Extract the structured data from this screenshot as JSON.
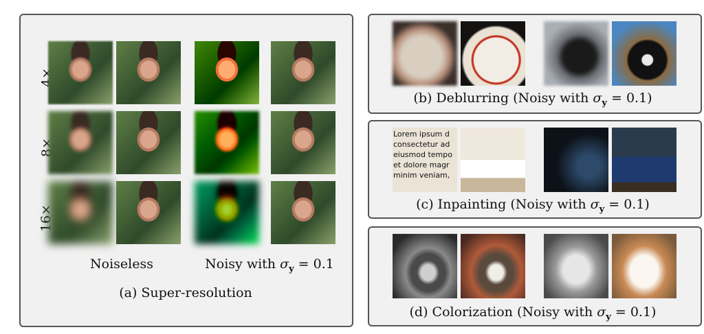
{
  "panel_a": {
    "row_labels": [
      "4×",
      "8×",
      "16×"
    ],
    "column_captions": {
      "noiseless": "Noiseless",
      "noisy": "Noisy with σ_y = 0.1"
    },
    "noisy_prefix": "Noisy with ",
    "sigma_expr": "σ",
    "sigma_sub": "y",
    "sigma_eq": " = 0.1",
    "caption": "(a) Super-resolution"
  },
  "panel_b": {
    "caption_prefix": "(b) Deblurring (Noisy with ",
    "sigma_expr": "σ",
    "sigma_sub": "y",
    "caption_suffix": " = 0.1)"
  },
  "panel_c": {
    "caption_prefix": "(c) Inpainting (Noisy with ",
    "sigma_expr": "σ",
    "sigma_sub": "y",
    "caption_suffix": " = 0.1)",
    "lorem_text": [
      "Lorem ipsum d",
      "consectetur ad",
      "eiusmod tempo",
      "et dolore magr",
      "minim veniam,"
    ]
  },
  "panel_d": {
    "caption_prefix": "(d) Colorization (Noisy with ",
    "sigma_expr": "σ",
    "sigma_sub": "y",
    "caption_suffix": " = 0.1)"
  }
}
